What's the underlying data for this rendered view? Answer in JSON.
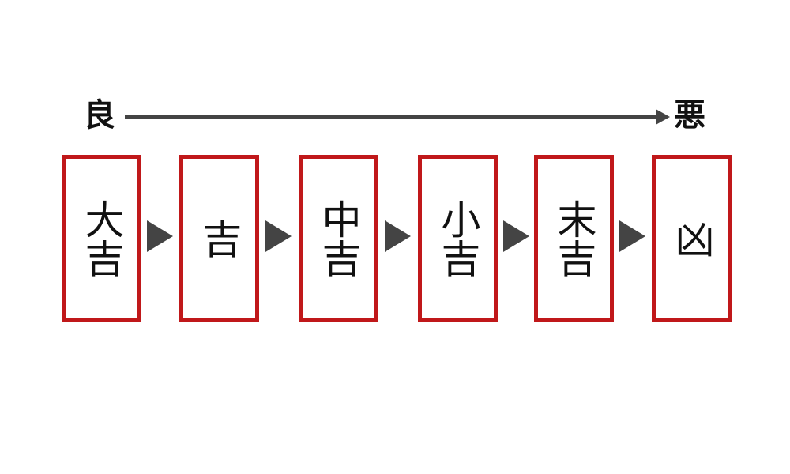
{
  "scale": {
    "good_label": "良",
    "bad_label": "悪"
  },
  "cards": [
    {
      "label": "大吉"
    },
    {
      "label": "吉"
    },
    {
      "label": "中吉"
    },
    {
      "label": "小吉"
    },
    {
      "label": "末吉"
    },
    {
      "label": "凶"
    }
  ],
  "colors": {
    "card_border": "#c0181a",
    "arrow": "#444444",
    "text": "#111111"
  }
}
